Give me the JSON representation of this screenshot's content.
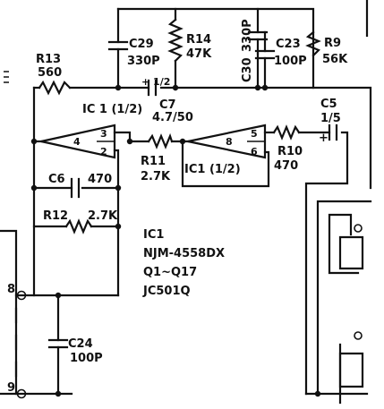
{
  "components": {
    "r13": {
      "ref": "R13",
      "value": "560"
    },
    "c29": {
      "ref": "C29",
      "value": "330P"
    },
    "r14": {
      "ref": "R14",
      "value": "47K"
    },
    "c30": {
      "ref": "C30",
      "value": "330P"
    },
    "c23": {
      "ref": "C23",
      "value": "100P"
    },
    "r9": {
      "ref": "R9",
      "value": "56K"
    },
    "c7": {
      "ref": "C7",
      "value": "4.7/50",
      "polarity": "+ 1/2"
    },
    "c5": {
      "ref": "C5",
      "value": "1/5"
    },
    "r11": {
      "ref": "R11",
      "value": "2.7K"
    },
    "r10": {
      "ref": "R10",
      "value": "470"
    },
    "c6": {
      "ref": "C6",
      "value": "470"
    },
    "r12": {
      "ref": "R12",
      "value": "2.7K"
    },
    "c24": {
      "ref": "C24",
      "value": "100P"
    }
  },
  "opamps": {
    "left": {
      "label": "IC 1 (1/2)",
      "pins": [
        "4",
        "3",
        "2"
      ]
    },
    "right": {
      "label": "IC1 (1/2)",
      "pins": [
        "8",
        "5",
        "6"
      ]
    }
  },
  "notes": {
    "ic_name": "IC1",
    "ic_part": "NJM-4558DX",
    "transistors": "Q1~Q17",
    "jc": "JC501Q"
  },
  "pins": {
    "p8": "8",
    "p9": "9"
  },
  "plus": "+"
}
